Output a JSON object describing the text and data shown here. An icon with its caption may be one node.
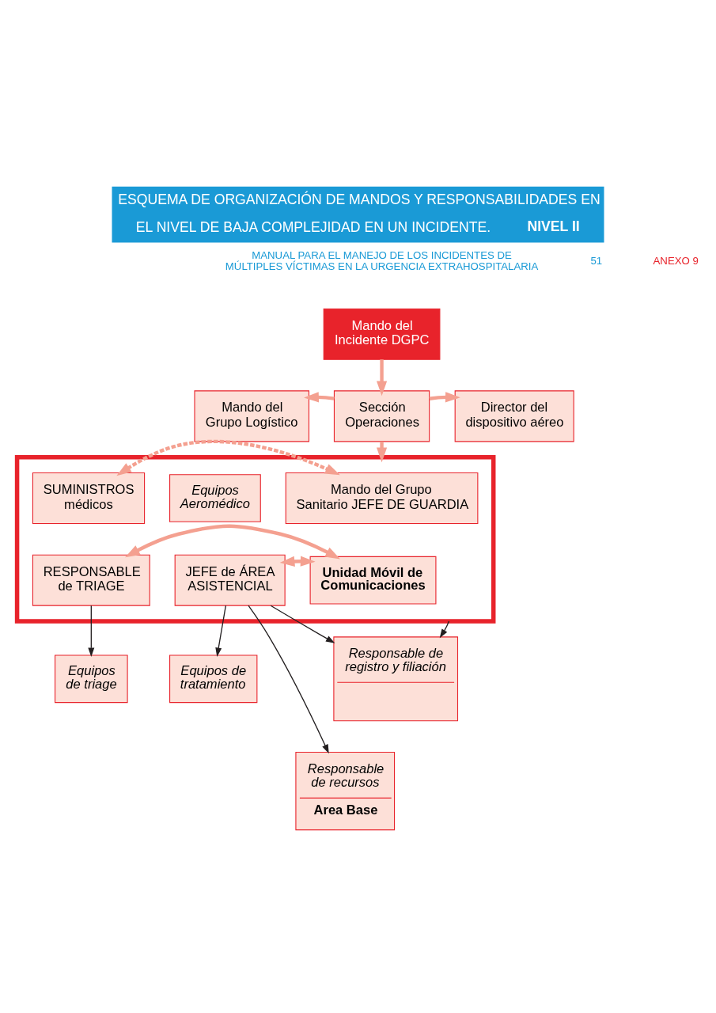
{
  "diagram": {
    "title": "ESQUEMA DE ORGANIZACIÓN DE MANDOS Y RESPONSABILIDADES EN EL NIVEL DE BAJA COMPLEJIDAD EN UN INCIDENTE. **NIVEL II**",
    "nodes": [
      {
        "text": [
          "Mando del Incidente DGPC"
        ]
      },
      {
        "text": [
          "Mando del Grupo Logístico"
        ]
      },
      {
        "text": [
          "Sección Operaciones"
        ]
      },
      {
        "text": [
          "Director del dispositivo aéreo"
        ]
      },
      {
        "text": [],
        "shape": "box"
      },
      {
        "text": [
          "SUMINISTROS médicos"
        ],
        "in": 4
      },
      {
        "text": [
          "Mando del Grupo Sanitario JEFE DE GUARDIA"
        ],
        "in": 4
      },
      {
        "text": [
          "Equipos Aeromédico"
        ],
        "in": 4
      },
      {
        "text": [
          "RESPONSABLE de TRIAGE"
        ],
        "in": 4
      },
      {
        "text": [
          "Unidad Móvil de Comunicaciones"
        ],
        "in": 4
      },
      {
        "text": [
          "JEFE de ÁREA ASISTENCIAL"
        ],
        "in": 4
      },
      {
        "text": [
          "Equipos de triage"
        ]
      },
      {
        "text": [
          "Equipos de tratamiento"
        ]
      },
      {
        "text": [
          "Responsable de registro y filiación"
        ]
      },
      {
        "text": [
          "Responsable de recursos",
          "Area Base"
        ]
      }
    ],
    "edges": [
      {
        "from": 0,
        "to": 2,
        "arrow": "to"
      },
      {
        "from": 2,
        "to": 1,
        "arrow": "to"
      },
      {
        "from": 2,
        "to": 3,
        "arrow": "to"
      },
      {
        "from": 2,
        "to": 4,
        "arrow": "to"
      },
      {
        "from": 5,
        "to": 6,
        "arrow": "both",
        "style": "dashed"
      },
      {
        "from": 8,
        "to": 9,
        "arrow": "both"
      },
      {
        "from": 9,
        "to": 10,
        "arrow": "both"
      },
      {
        "from": 8,
        "to": 11,
        "arrow": "to",
        "color": "#231f20"
      },
      {
        "from": 4,
        "to": 13,
        "arrow": "to",
        "color": "#231f20"
      },
      {
        "from": 10,
        "to": 12,
        "arrow": "to",
        "color": "#231f20"
      },
      {
        "from": 10,
        "to": 13,
        "arrow": "to",
        "color": "#231f20"
      },
      {
        "from": 10,
        "to": 14,
        "arrow": "to",
        "color": "#231f20"
      }
    ],
    "labels": [
      "MANUAL PARA EL MANEJO DE LOS INCIDENTES DE MÚLTIPLES VÍCTIMAS EN LA URGENCIA EXTRAHOSPITALARIA",
      "51",
      "ANEXO 9"
    ]
  }
}
